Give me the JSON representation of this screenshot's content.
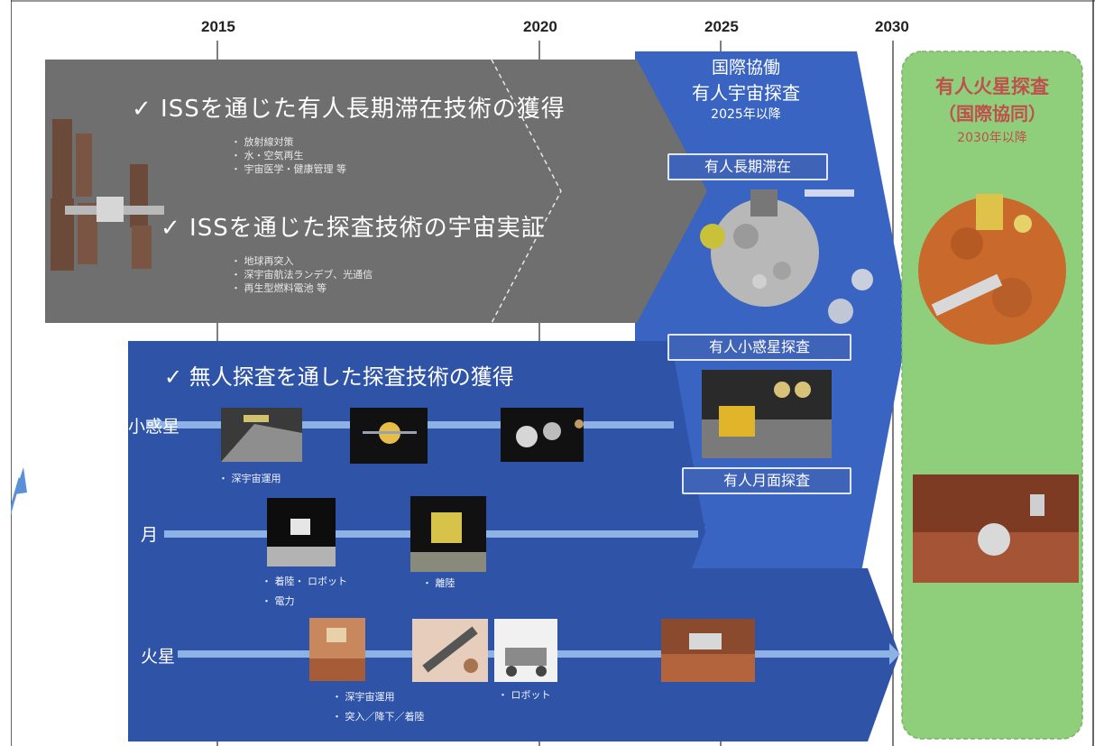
{
  "years": [
    "2015",
    "2020",
    "2025",
    "2030"
  ],
  "iss": {
    "heading1": "✓ ISSを通じた有人長期滞在技術の獲得",
    "bullets1": [
      "・ 放射線対策",
      "・ 水・空気再生",
      "・ 宇宙医学・健康管理 等"
    ],
    "heading2": "✓ ISSを通じた探査技術の宇宙実証",
    "bullets2": [
      "・ 地球再突入",
      "・ 深宇宙航法ランデブ、光通信",
      "・ 再生型燃料電池 等"
    ]
  },
  "intl": {
    "title1": "国際協働",
    "title2": "有人宇宙探査",
    "subtitle": "2025年以降",
    "box_long_stay": "有人長期滞在",
    "box_asteroid": "有人小惑星探査",
    "box_lunar": "有人月面探査"
  },
  "unmanned": {
    "heading": "✓ 無人探査を通した探査技術の獲得",
    "rows": {
      "asteroid": "小惑星",
      "moon": "月",
      "mars": "火星"
    },
    "asteroid_bullets": [
      "・ 深宇宙運用"
    ],
    "moon_bullets_a": [
      "・ 着陸・ ロボット",
      "・ 電力"
    ],
    "moon_bullets_b": [
      "・ 離陸"
    ],
    "mars_bullets_a": [
      "・ 深宇宙運用",
      "・ 突入／降下／着陸"
    ],
    "mars_bullets_b": [
      "・ ロボット"
    ]
  },
  "mars_mission": {
    "title1": "有人火星探査",
    "title2": "（国際協同）",
    "subtitle": "2030年以降"
  },
  "colors": {
    "gray": "#6f6f6f",
    "blue_dark": "#2f53a6",
    "blue_mid": "#3a64c1",
    "green": "#8fce7a",
    "red_text": "#c0504d",
    "timeline_bar": "#8fb2e6"
  }
}
